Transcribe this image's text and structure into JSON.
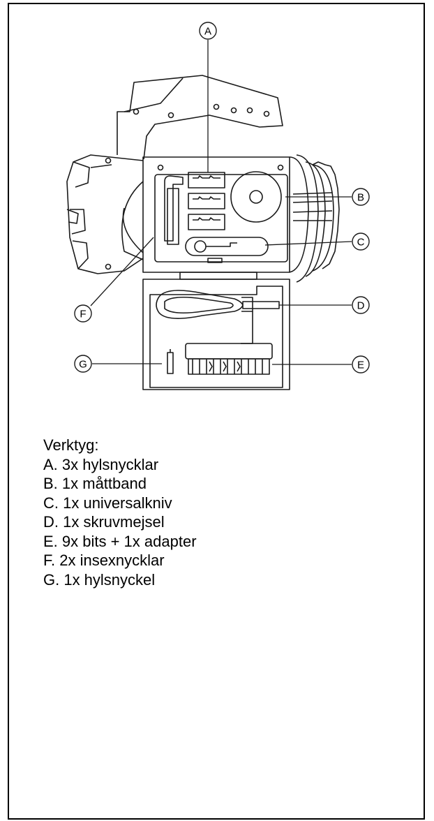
{
  "callouts": [
    "A",
    "B",
    "C",
    "D",
    "E",
    "F",
    "G"
  ],
  "legend": {
    "heading": "Verktyg:",
    "items": [
      "A. 3x hylsnycklar",
      "B. 1x måttband",
      "C. 1x universalkniv",
      "D. 1x skruvmejsel",
      "E. 9x bits + 1x adapter",
      "F. 2x insexnycklar",
      "G. 1x hylsnyckel"
    ]
  },
  "colors": {
    "stroke": "#1a1a1a",
    "background": "#ffffff",
    "border": "#000000"
  }
}
